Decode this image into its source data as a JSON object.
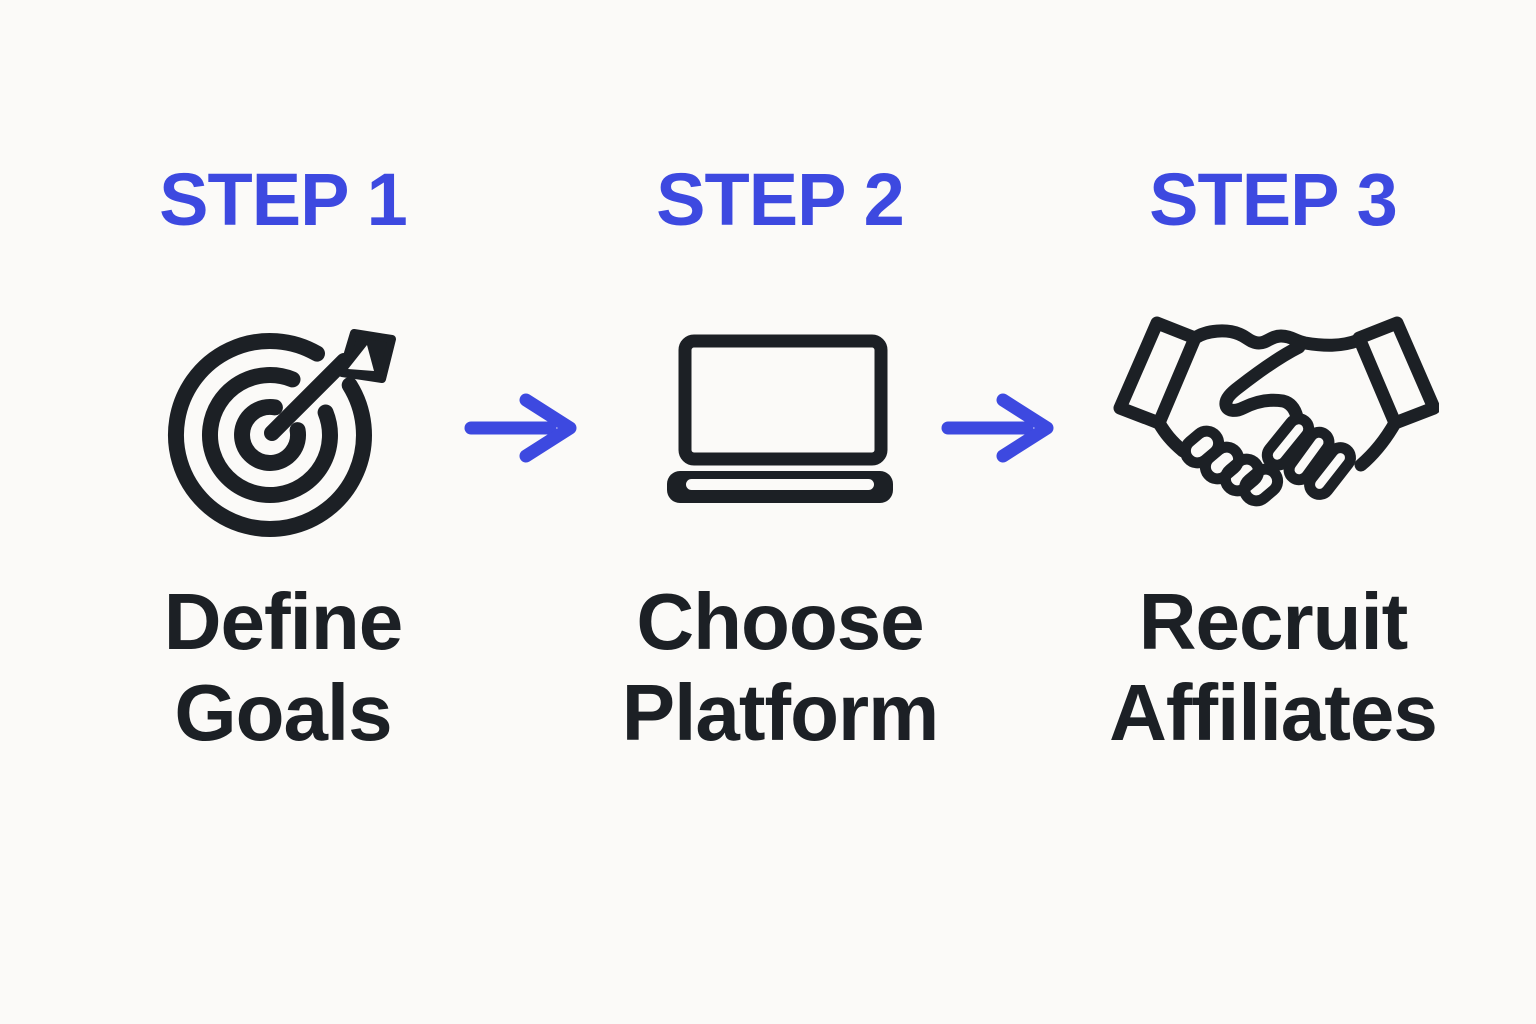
{
  "page": {
    "background": "#FBFAF8",
    "type": "three-step-process-infographic"
  },
  "colors": {
    "accent_blue": "#3D49E0",
    "ink_dark": "#1C2025"
  },
  "steps": [
    {
      "label": "STEP 1",
      "title": "Define Goals",
      "title_lines": [
        "Define",
        "Goals"
      ],
      "icon": "target-icon"
    },
    {
      "label": "STEP 2",
      "title": "Choose Platform",
      "title_lines": [
        "Choose",
        "Platform"
      ],
      "icon": "laptop-icon"
    },
    {
      "label": "STEP 3",
      "title": "Recruit Affiliates",
      "title_lines": [
        "Recruit",
        "Affiliates"
      ],
      "icon": "handshake-icon"
    }
  ],
  "connectors": [
    {
      "icon": "arrow-right-icon",
      "from": "STEP 1",
      "to": "STEP 2"
    },
    {
      "icon": "arrow-right-icon",
      "from": "STEP 2",
      "to": "STEP 3"
    }
  ]
}
